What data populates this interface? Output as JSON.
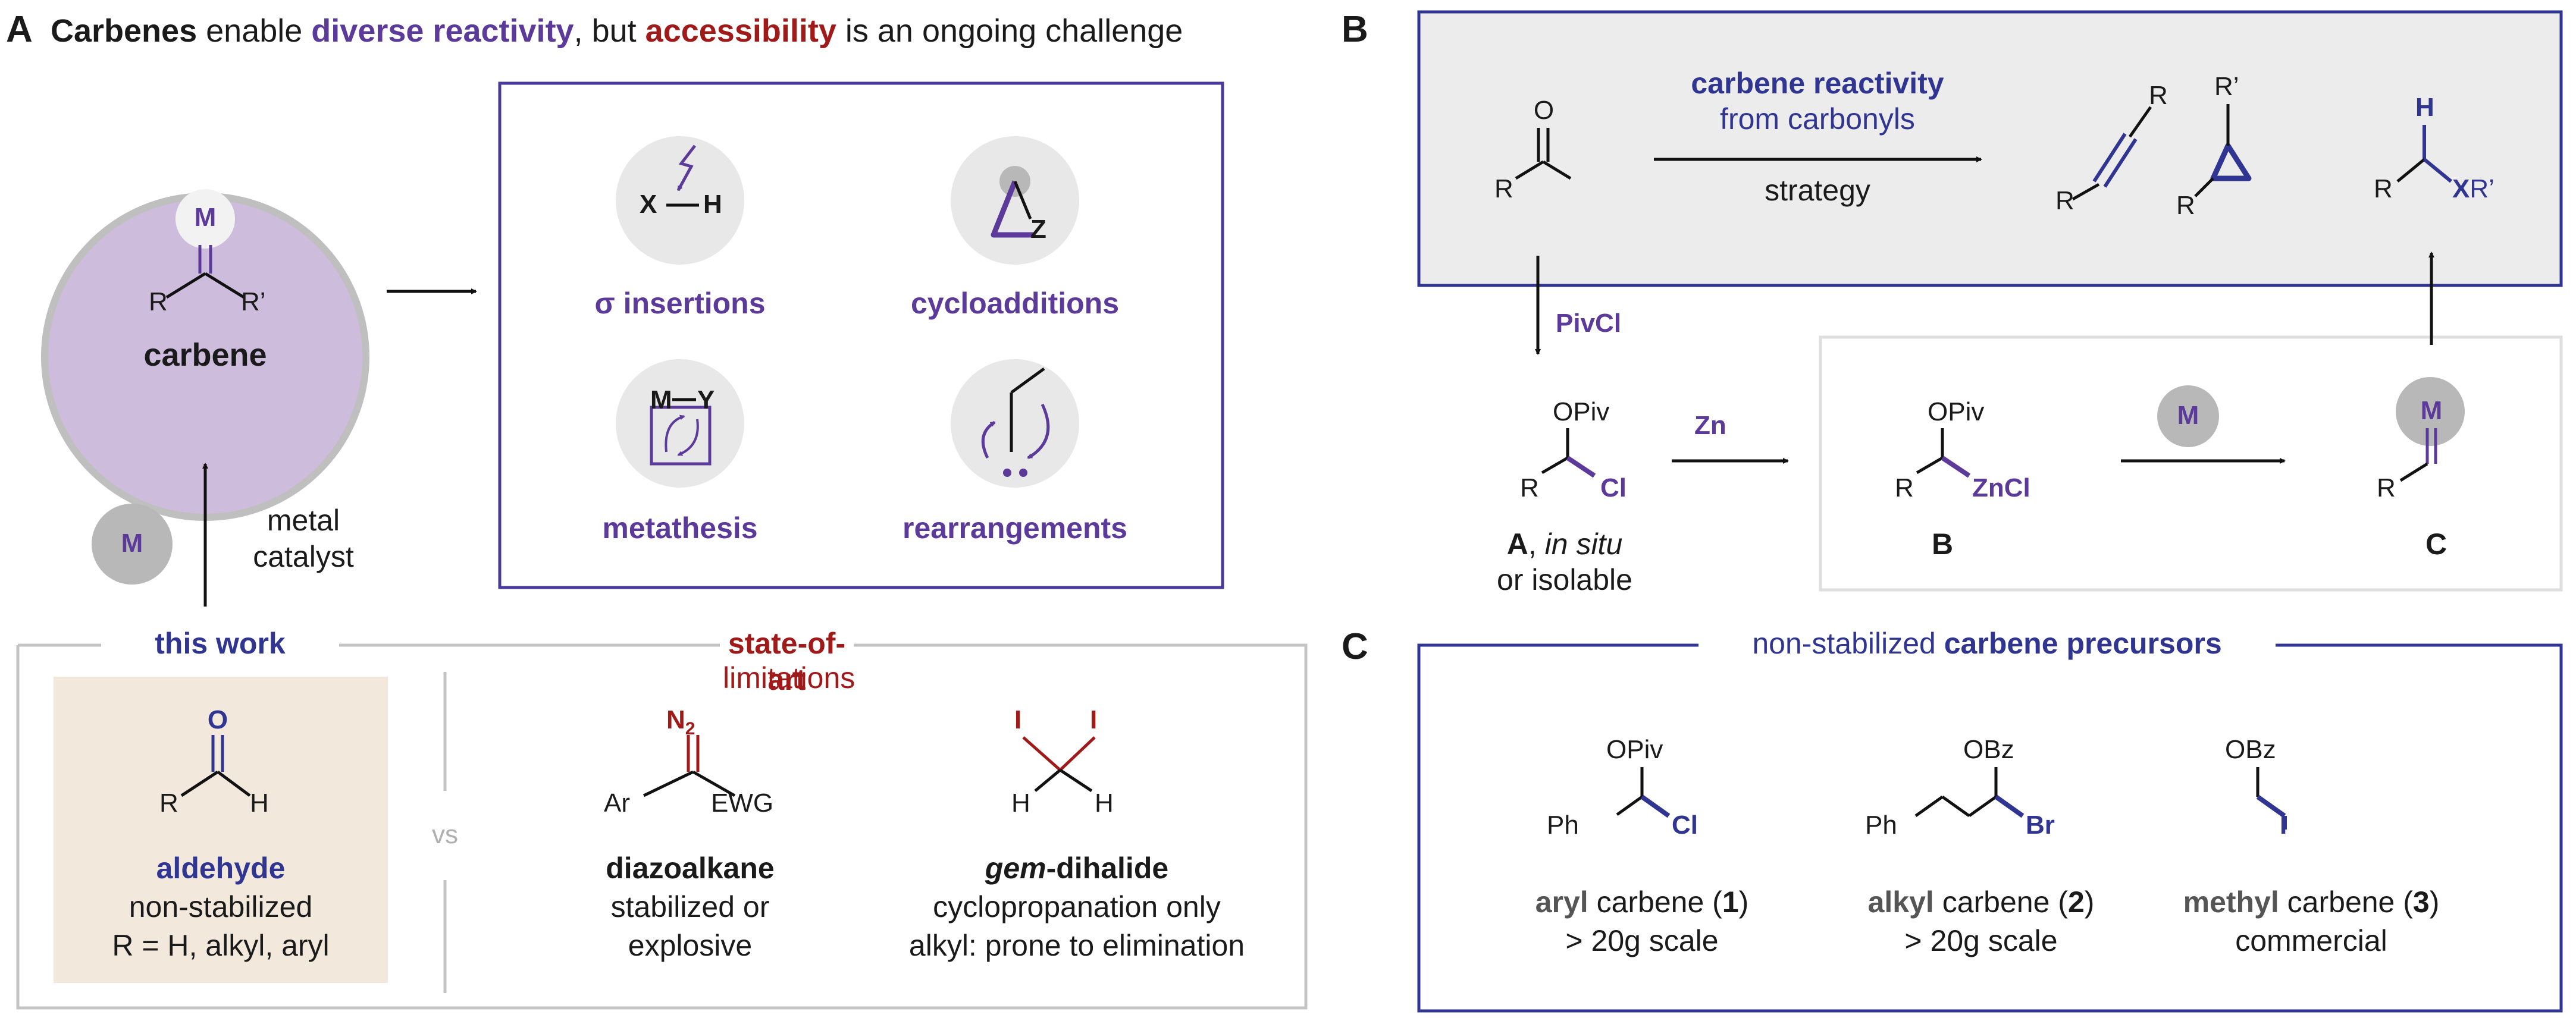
{
  "panelA": {
    "letter": "A",
    "headline": {
      "p1": "Carbenes",
      "p2": " enable ",
      "p3": "diverse reactivity",
      "p4": ", but ",
      "p5": "accessibility",
      "p6": " is an ongoing challenge"
    },
    "carbene": {
      "m": "M",
      "r1": "R",
      "r2": "R’",
      "label": "carbene"
    },
    "metal_badge": "M",
    "metal_catalyst": [
      "metal",
      "catalyst"
    ],
    "reactivity": {
      "sigma": {
        "label": "σ insertions",
        "x": "X",
        "h": "H"
      },
      "cyclo": {
        "label": "cycloadditions",
        "z": "Z"
      },
      "meta": {
        "label": "metathesis",
        "m": "M",
        "y": "Y"
      },
      "rearr": {
        "label": "rearrangements"
      }
    },
    "this_work": "this work",
    "state_of_art": "state-of-art",
    "limitations": "limitations",
    "vs": "vs",
    "aldehyde": {
      "o": "O",
      "r": "R",
      "h": "H",
      "name": "aldehyde",
      "l1": "non-stabilized",
      "l2": "R = H, alkyl, aryl"
    },
    "diazo": {
      "n2": "N",
      "n2sub": "2",
      "ar": "Ar",
      "ewg": "EWG",
      "name": "diazoalkane",
      "l1": "stabilized or",
      "l2": "explosive"
    },
    "gem": {
      "i": "I",
      "h": "H",
      "name_i": "gem",
      "name_rest": "-dihalide",
      "l1": "cyclopropanation only",
      "l2": "alkyl: prone to elimination"
    }
  },
  "panelB": {
    "letter": "B",
    "o": "O",
    "r": "R",
    "r2": "R’",
    "h": "H",
    "xr": "XR’",
    "arrow_title1": "carbene reactivity",
    "arrow_title2": "from carbonyls",
    "strategy": "strategy",
    "pivcl": "PivCl",
    "opiv": "OPiv",
    "cl": "Cl",
    "zn": "Zn",
    "zncl": "ZnCl",
    "m_badge": "M",
    "cmpdA": {
      "a": "A",
      "sep": ", ",
      "insitu": "in situ",
      "l2": "or isolable"
    },
    "cmpdB": "B",
    "cmpdC": "C"
  },
  "panelC": {
    "letter": "C",
    "title_plain": "non-stabilized ",
    "title_bold": "carbene precursors",
    "c1": {
      "opiv": "OPiv",
      "ph": "Ph",
      "cl": "Cl",
      "bold": "aryl",
      "rest": " carbene (",
      "num": "1",
      "end": ")",
      "scale": "> 20g scale"
    },
    "c2": {
      "obz": "OBz",
      "ph": "Ph",
      "br": "Br",
      "bold": "alkyl",
      "rest": " carbene (",
      "num": "2",
      "end": ")",
      "scale": "> 20g scale"
    },
    "c3": {
      "obz": "OBz",
      "i": "I",
      "bold": "methyl",
      "rest": " carbene (",
      "num": "3",
      "end": ")",
      "scale": "commercial"
    }
  },
  "colors": {
    "purple": "#5b3a9a",
    "navy": "#2f3590",
    "red": "#a01a1a",
    "lavender": "#cdbcdc",
    "beige": "#f2e9dc",
    "grey_badge": "#b8b8b8",
    "panel_grey": "#ececec"
  }
}
